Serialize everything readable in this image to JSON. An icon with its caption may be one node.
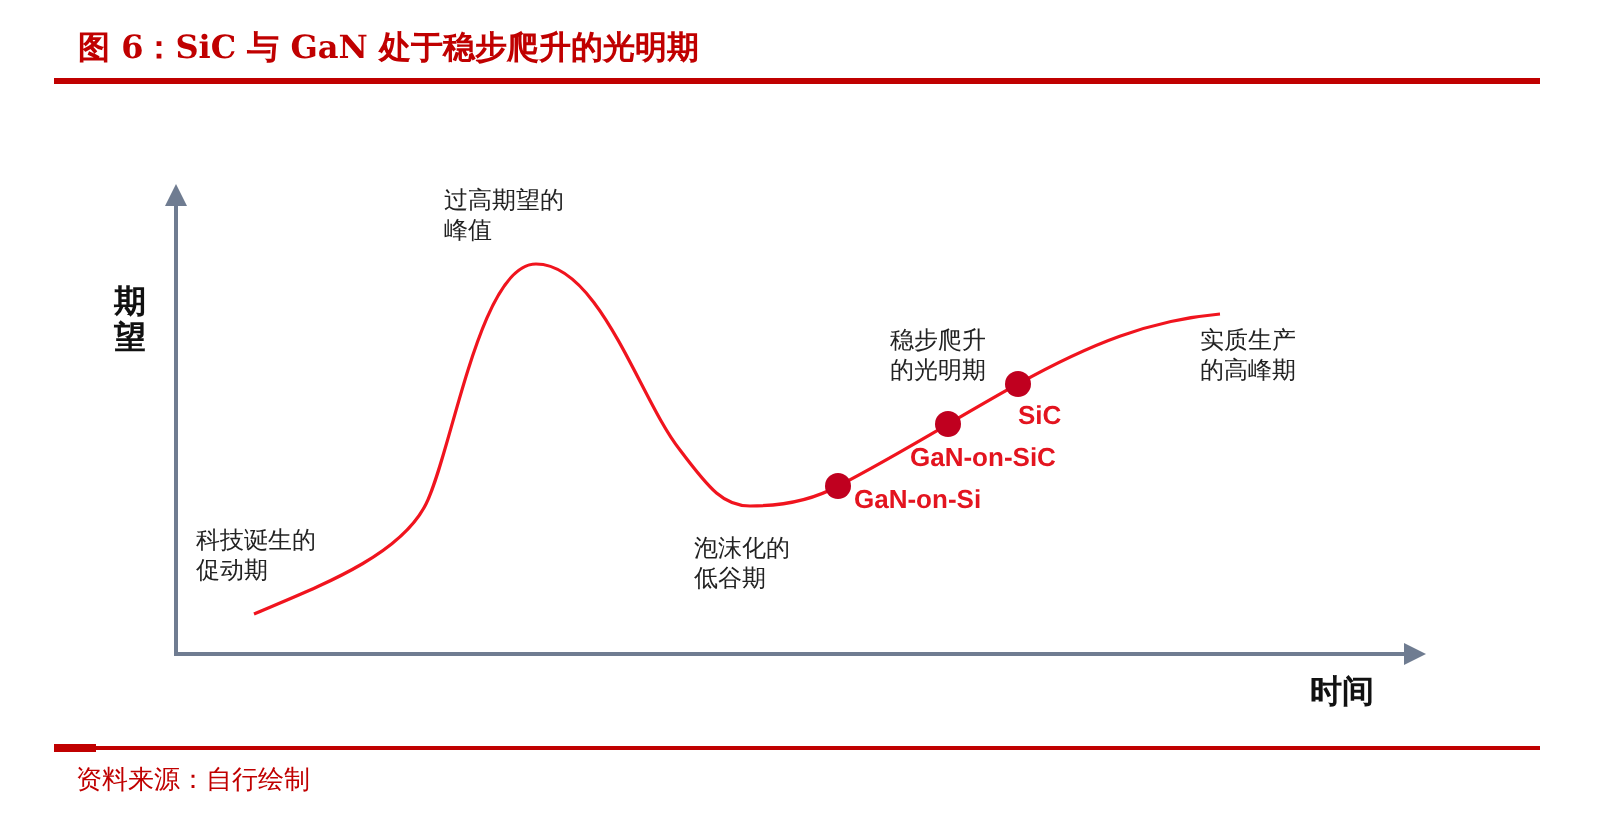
{
  "diagram": {
    "title": "图 6：SiC 与 GaN 处于稳步爬升的光明期",
    "caption": "资料来源：自行绘制",
    "labels": [
      "过高期望的峰值",
      "期望",
      "稳步爬升的光明期",
      "实质生产的高峰期",
      "SiC",
      "GaN-on-SiC",
      "GaN-on-Si",
      "科技诞生的促动期",
      "泡沫化的低谷期",
      "时间"
    ]
  }
}
